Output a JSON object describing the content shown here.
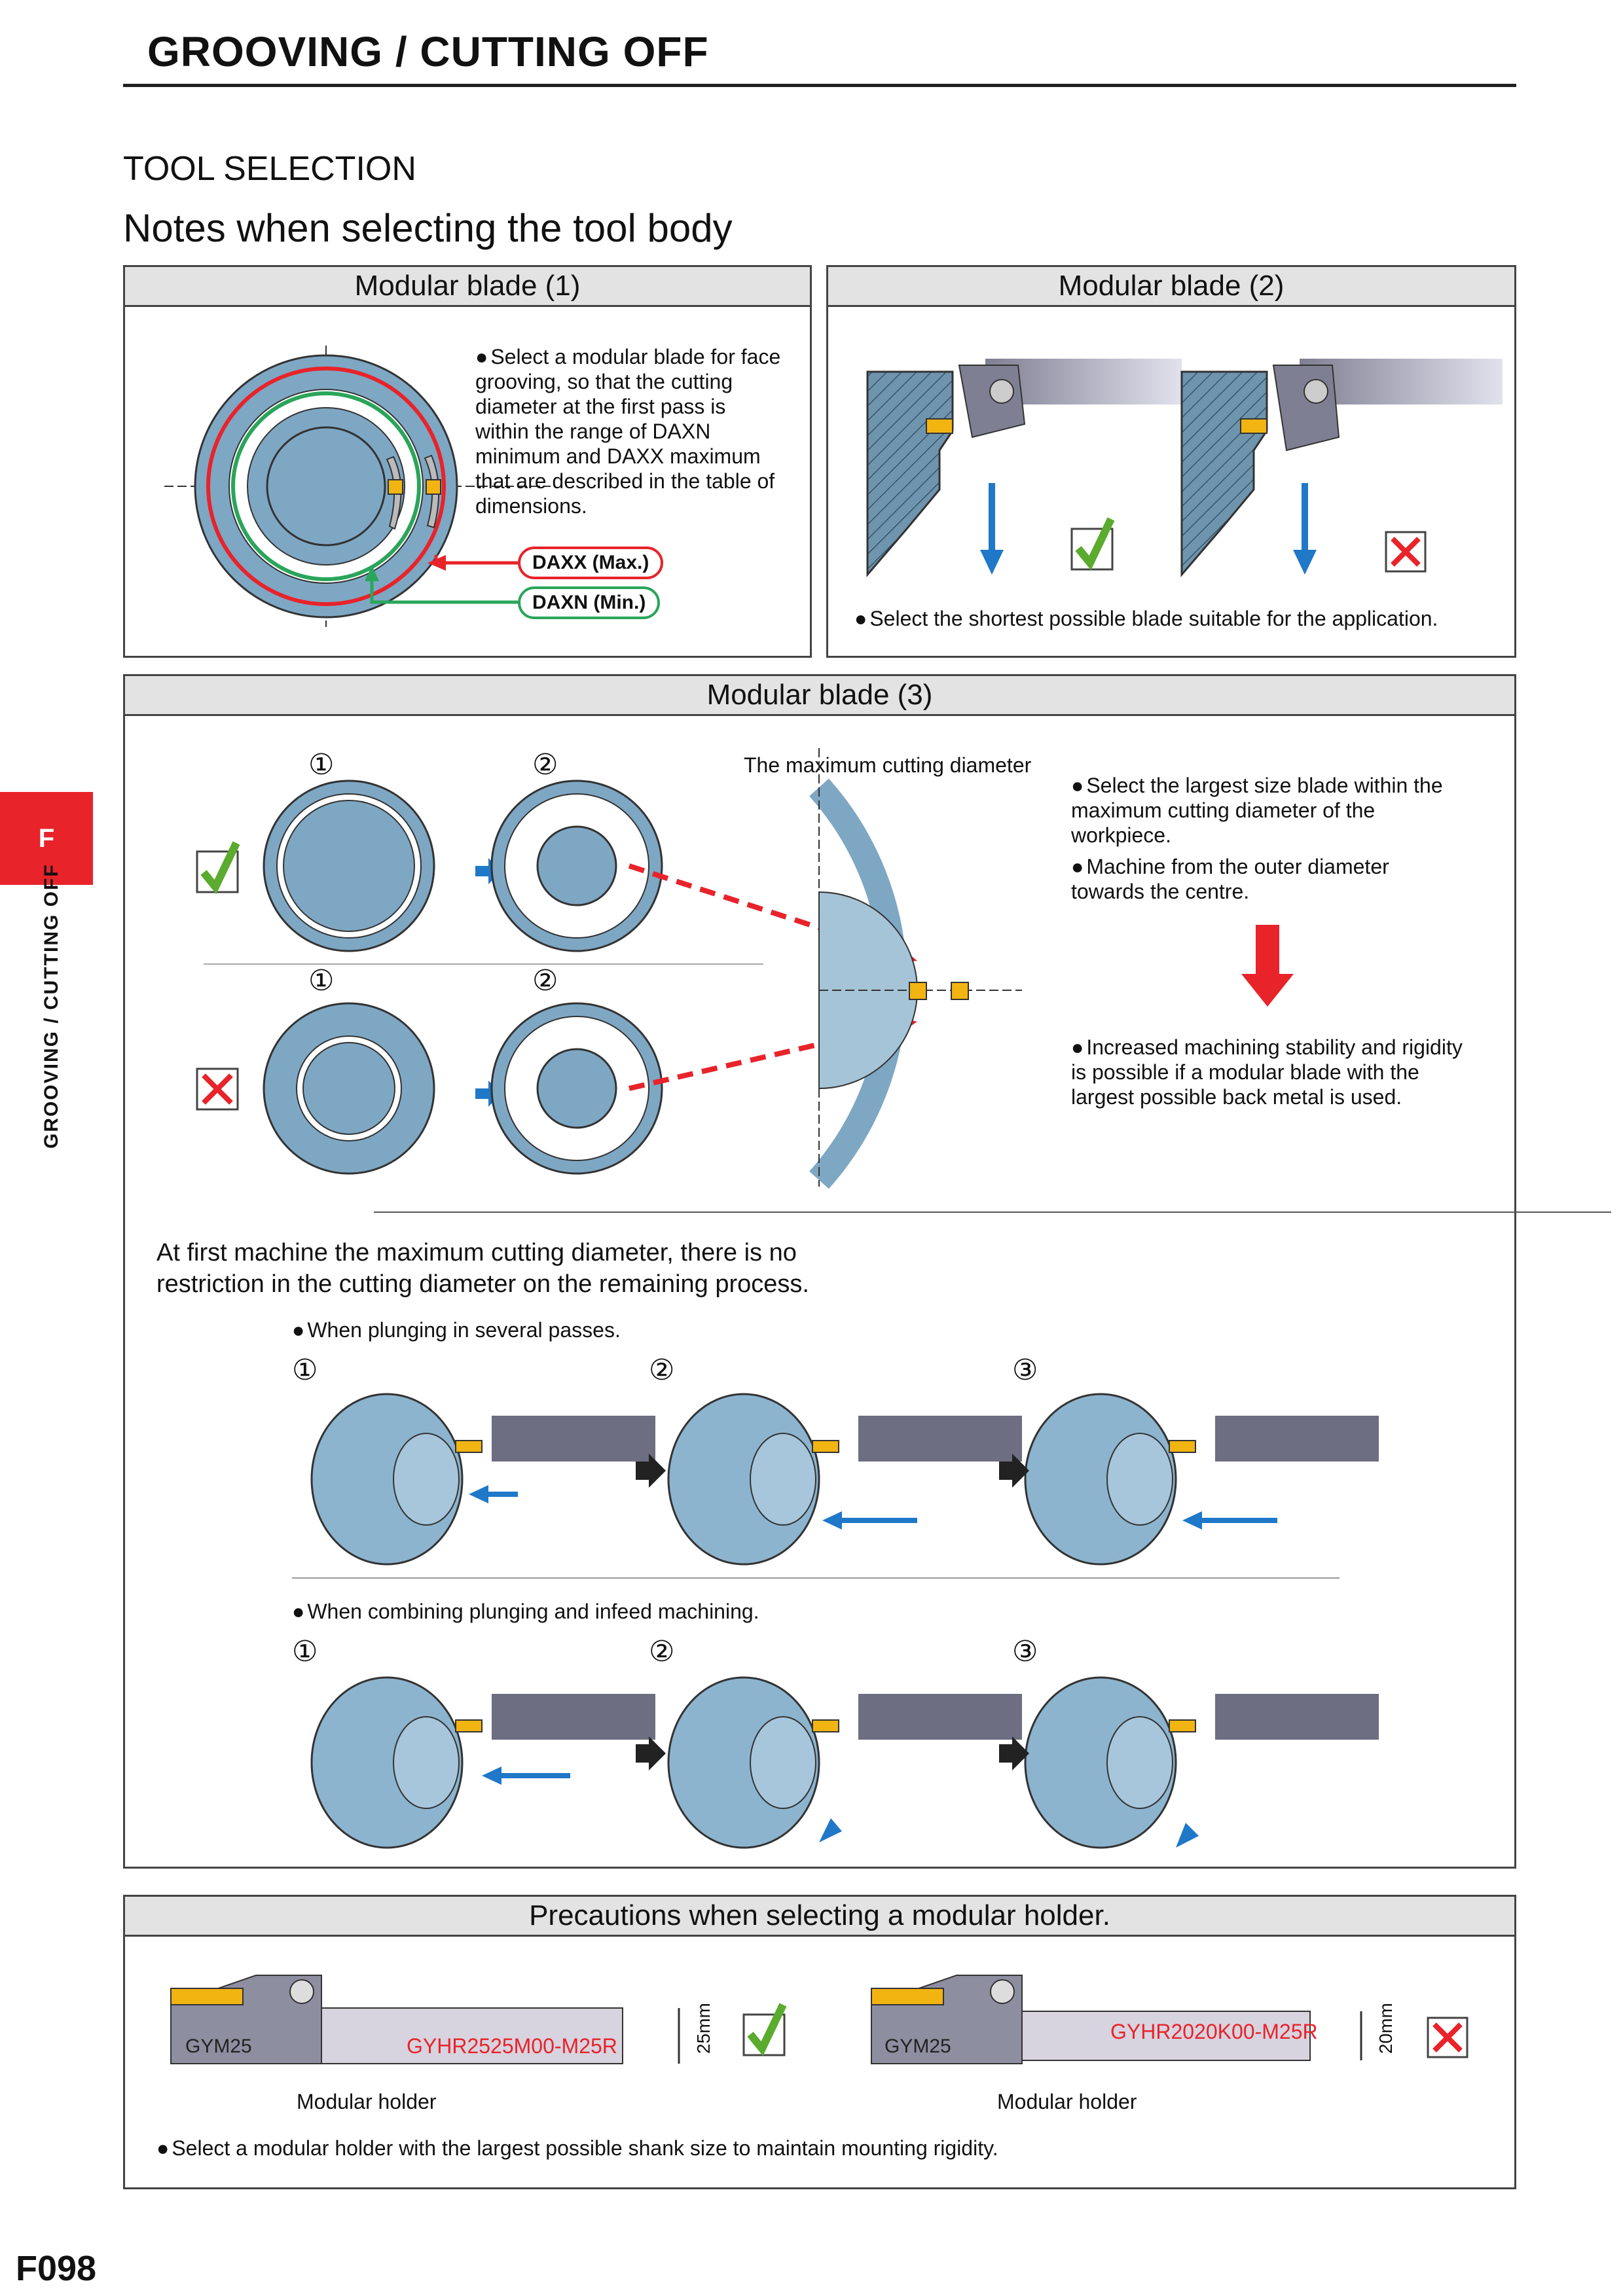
{
  "header": {
    "title": "GROOVING / CUTTING OFF"
  },
  "section": {
    "title": "TOOL SELECTION",
    "subtitle": "Notes when selecting the tool body"
  },
  "side": {
    "tab_letter": "F",
    "vertical_label": "GROOVING / CUTTING OFF"
  },
  "panel1": {
    "title": "Modular blade (1)",
    "note": "Select a modular blade for face grooving, so that the cutting diameter at the first pass is within the range of DAXN minimum and DAXX maximum that are described in the table of dimensions.",
    "label_max": "DAXX (Max.)",
    "label_min": "DAXN (Min.)"
  },
  "panel2": {
    "title": "Modular blade (2)",
    "note": "Select the shortest possible blade suitable for the application."
  },
  "panel3": {
    "title": "Modular blade (3)",
    "step1": "①",
    "step2": "②",
    "max_dia_label": "The maximum cutting diameter",
    "note1": "Select the largest size blade within the maximum cutting diameter of the workpiece.",
    "note2": "Machine from the outer diameter towards the centre.",
    "note3": "Increased machining stability and rigidity is possible if a modular blade with the largest possible back metal is used.",
    "first_machine_line1": "At first machine the maximum cutting diameter, there is no",
    "first_machine_line2": "restriction in the cutting diameter on the remaining process.",
    "plunge_note": "When plunging in several passes.",
    "combine_note": "When combining plunging and infeed machining.",
    "step3": "③"
  },
  "panel4": {
    "title": "Precautions when selecting a modular holder.",
    "left": {
      "gym": "GYM25",
      "code": "GYHR2525M00-M25R",
      "dim": "25mm",
      "caption": "Modular holder"
    },
    "right": {
      "gym": "GYM25",
      "code": "GYHR2020K00-M25R",
      "dim": "20mm",
      "caption": "Modular holder"
    },
    "note": "Select a modular holder with the largest possible shank size to maintain mounting rigidity."
  },
  "page_number": "F098",
  "colors": {
    "accent_red": "#e8232a",
    "check_green": "#5aab2e",
    "work_blue": "#7ea7c4",
    "arrow_blue": "#1f78c8",
    "insert_yellow": "#f2b411"
  }
}
